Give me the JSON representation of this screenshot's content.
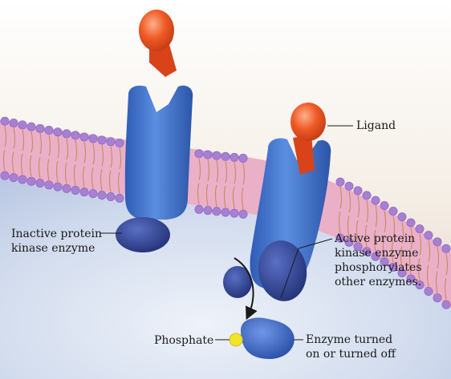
{
  "labels": {
    "ligand": "Ligand",
    "inactive": "Inactive protein\nkinase enzyme",
    "active": "Active protein\nkinase enzyme\nphosphorylates\nother enzymes.",
    "phosphate": "Phosphate",
    "turned": "Enzyme turned\non or turned off"
  },
  "colors": {
    "receptor": "#4a7ad0",
    "ligand": "#e8481e",
    "kinase": "#2f3f95",
    "phosphate": "#f2e32b",
    "membrane_pink": "#e9a3c0",
    "membrane_head": "#a77fd3",
    "cytoplasm": "#c9d5ea"
  }
}
